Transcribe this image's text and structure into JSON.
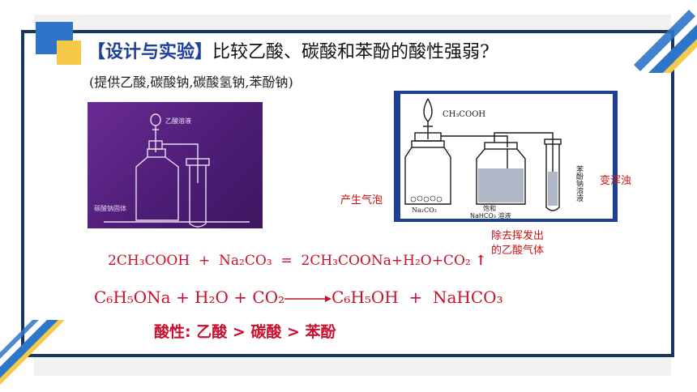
{
  "slide": {
    "heading_tag": "【设计与实验】",
    "heading_text": "比较乙酸、碳酸和苯酚的酸性强弱?",
    "subtitle": "(提供乙酸,碳酸钠,碳酸氢钠,苯酚钠)"
  },
  "left_photo": {
    "funnel_label": "乙酸溶液",
    "solid_label": "碳酸钠固体"
  },
  "right_photo": {
    "acetic_label": "CH₃COOH",
    "na2co3_label": "Na₂CO₃",
    "nahco3_label_1": "饱和",
    "nahco3_label_2": "NaHCO₃ 溶液",
    "phenolate_label": "苯酚钠溶液"
  },
  "annotations": {
    "bubbles": "产生气泡",
    "turbid": "变浑浊",
    "remove_line1": "除去挥发出",
    "remove_line2": "的乙酸气体"
  },
  "equation1": {
    "r1": "2CH₃COOH",
    "plus1": "+",
    "r2": "Na₂CO₃",
    "eq": "=",
    "p1": "2CH₃COONa+H₂O+CO₂",
    "gas": "↑"
  },
  "equation2": {
    "r1": "C₆H₅ONa + H₂O + CO₂",
    "p1": "C₆H₅OH",
    "plus": "+",
    "p2": "NaHCO₃"
  },
  "conclusion": "酸性: 乙酸 > 碳酸 > 苯酚",
  "colors": {
    "frame": "#17375e",
    "accent_blue": "#2e74c9",
    "accent_yellow": "#f7c948",
    "red_text": "#c8102e"
  }
}
